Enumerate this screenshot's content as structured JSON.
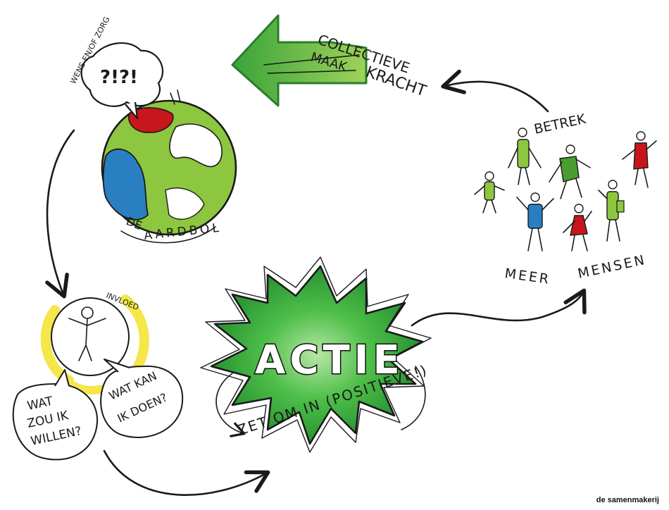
{
  "arrow_label": {
    "line1": "COLLECTIEVE",
    "line2": "MAAK",
    "line3": "KRACHT"
  },
  "earth": {
    "thought_label": "WENS EN/OF ZORG",
    "thought_text": "?!?!",
    "caption_line1": "DE",
    "caption_line2": "AARDBOL"
  },
  "person": {
    "influence_label": "INVLOED"
  },
  "bubbles": {
    "left": {
      "line1": "WAT",
      "line2": "ZOU IK",
      "line3": "WILLEN?"
    },
    "right": {
      "line1": "WAT KAN",
      "line2": "IK DOEN?"
    }
  },
  "action": {
    "word": "ACTIE",
    "caption": "ZET OM IN (POSITIEVE!)"
  },
  "people": {
    "top_label": "BETREK",
    "bottom_left": "MEER",
    "bottom_right": "MENSEN"
  },
  "credit": "de samenmakerij",
  "colors": {
    "green_light": "#8dc63f",
    "green_dark": "#2e8b2e",
    "blue": "#2a7fc1",
    "red": "#c8161d",
    "yellow": "#f5e64a",
    "ink": "#1a1a1a"
  }
}
